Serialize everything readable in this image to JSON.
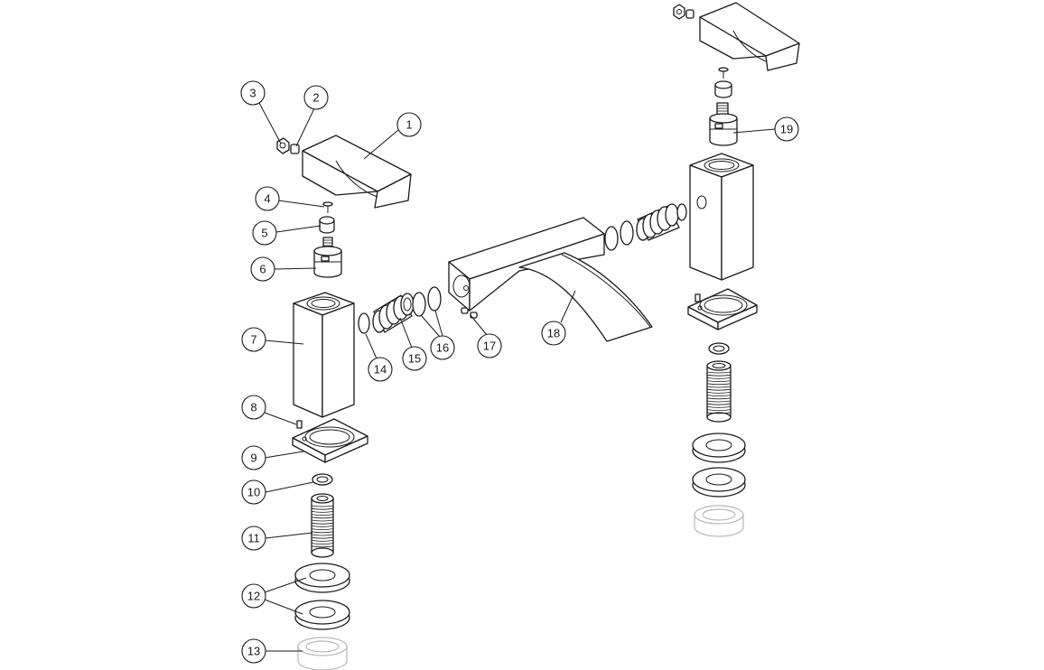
{
  "callouts": [
    {
      "id": "1",
      "label": "1"
    },
    {
      "id": "2",
      "label": "2"
    },
    {
      "id": "3",
      "label": "3"
    },
    {
      "id": "4",
      "label": "4"
    },
    {
      "id": "5",
      "label": "5"
    },
    {
      "id": "6",
      "label": "6"
    },
    {
      "id": "7",
      "label": "7"
    },
    {
      "id": "8",
      "label": "8"
    },
    {
      "id": "9",
      "label": "9"
    },
    {
      "id": "10",
      "label": "10"
    },
    {
      "id": "11",
      "label": "11"
    },
    {
      "id": "12",
      "label": "12"
    },
    {
      "id": "13",
      "label": "13"
    },
    {
      "id": "14",
      "label": "14"
    },
    {
      "id": "15",
      "label": "15"
    },
    {
      "id": "16",
      "label": "16"
    },
    {
      "id": "17",
      "label": "17"
    },
    {
      "id": "18",
      "label": "18"
    },
    {
      "id": "19",
      "label": "19"
    }
  ],
  "colors": {
    "line": "#1a1a1a",
    "ghost_part": "#b8b8b8",
    "background": "#ffffff"
  }
}
